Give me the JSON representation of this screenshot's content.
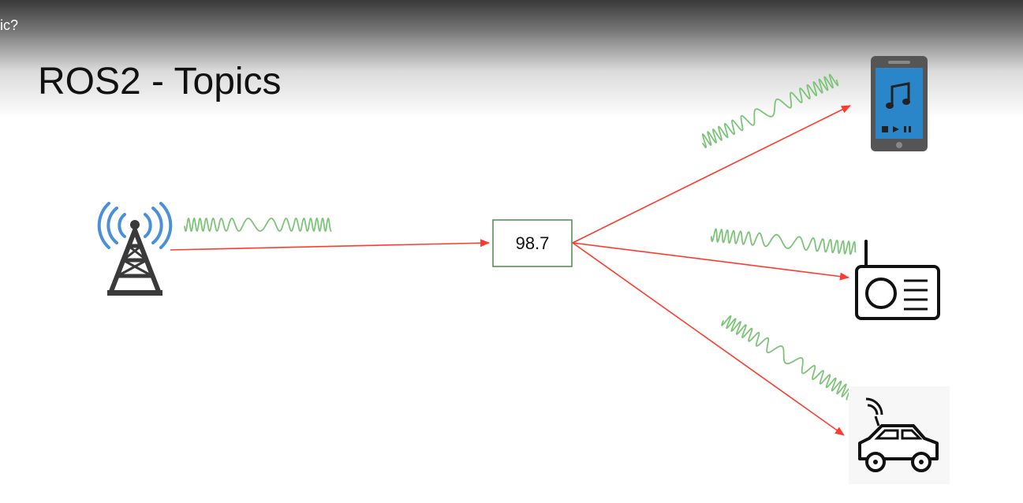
{
  "video": {
    "title_fragment": "ic?"
  },
  "slide": {
    "title": "ROS2 - Topics"
  },
  "diagram": {
    "topic_label": "98.7",
    "publisher_icon": "radio-tower-icon",
    "subscriber_icons": [
      "smartphone-music-icon",
      "radio-icon",
      "connected-car-icon"
    ],
    "colors": {
      "arrow": "#ff3b2f",
      "wave": "#7dc47a",
      "topic_border": "#4e8a4b",
      "tower_signal": "#4a90d9",
      "icon_dark": "#333333",
      "phone_screen": "#2a86c8"
    }
  }
}
